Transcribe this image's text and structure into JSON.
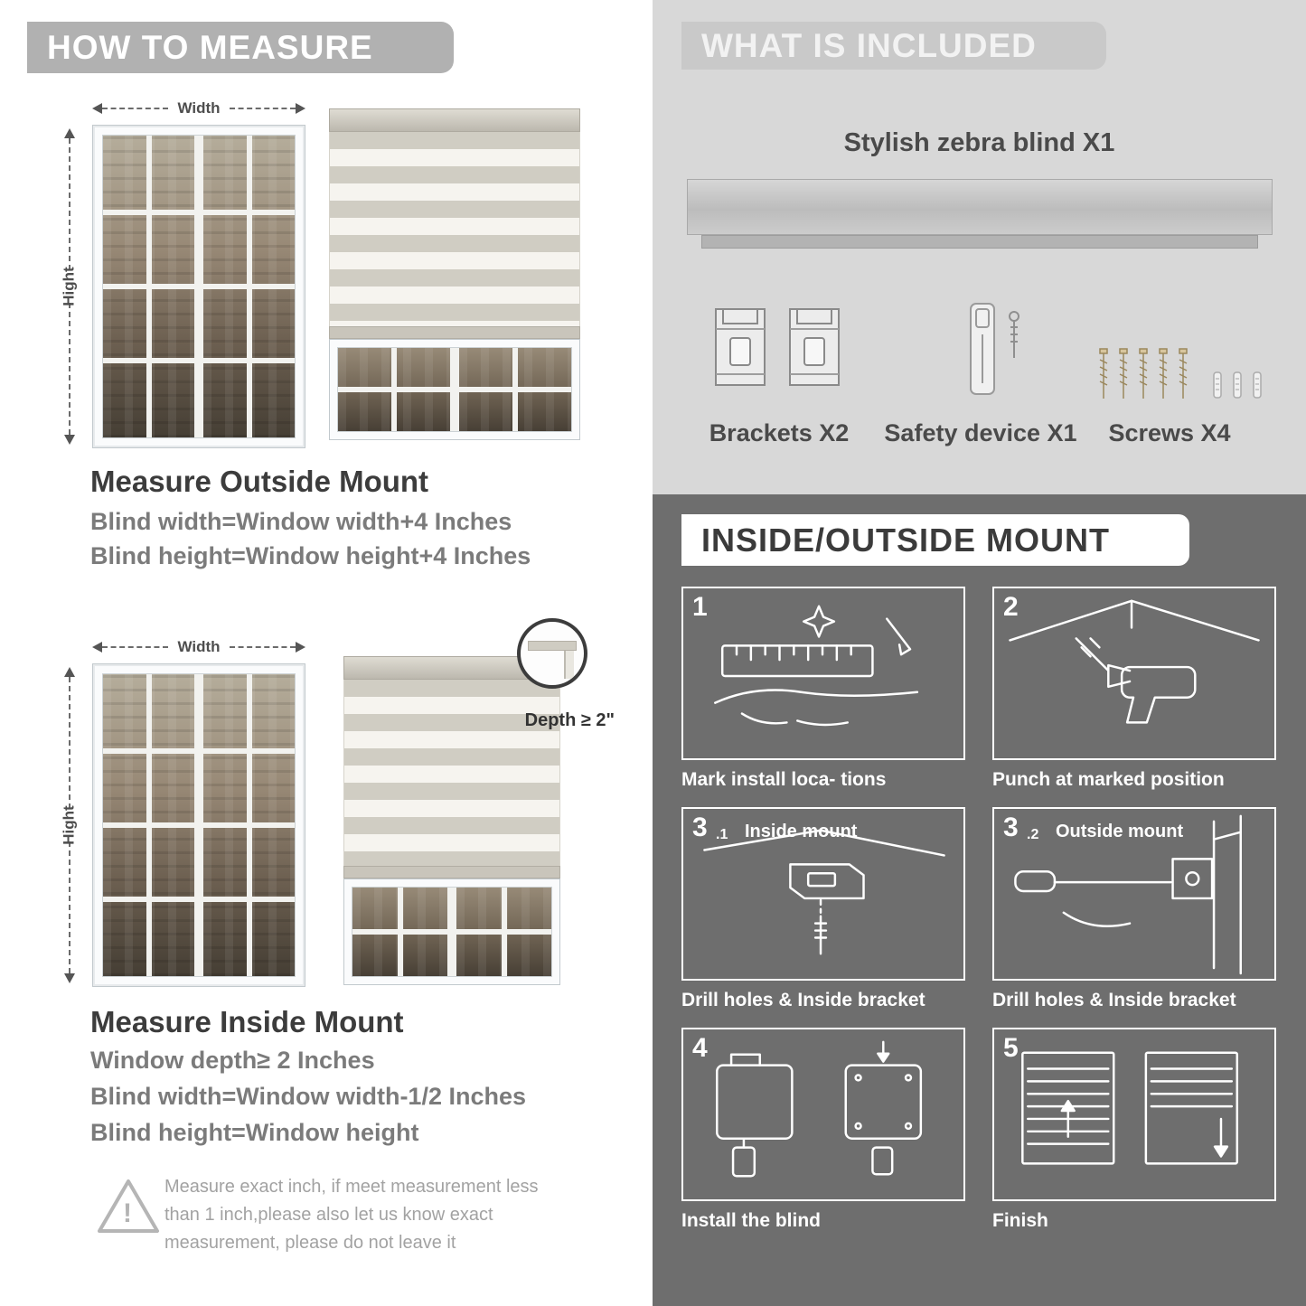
{
  "left": {
    "header": "HOW TO MEASURE",
    "outside": {
      "width_label": "Width",
      "height_label": "Hight",
      "title": "Measure Outside Mount",
      "lines": [
        "Blind width=Window width+4 Inches",
        "Blind height=Window height+4 Inches"
      ]
    },
    "inside": {
      "width_label": "Width",
      "height_label": "Hight",
      "depth_label": "Depth ≥ 2\"",
      "title": "Measure Inside Mount",
      "lines": [
        "Window depth≥ 2 Inches",
        "Blind width=Window width-1/2 Inches",
        "Blind height=Window height"
      ]
    },
    "warning": {
      "icon": "warning-triangle-icon",
      "mark": "!",
      "text": "Measure exact inch, if meet measurement less than 1 inch,please also let us know exact measurement, please do not leave it"
    }
  },
  "included": {
    "header": "WHAT IS INCLUDED",
    "product_title": "Stylish zebra blind X1",
    "items": [
      {
        "icon": "bracket-icon",
        "label": "Brackets X2"
      },
      {
        "icon": "safety-device-icon",
        "label": "Safety device X1"
      },
      {
        "icon": "screws-icon",
        "label": "Screws X4"
      }
    ]
  },
  "mount": {
    "header": "INSIDE/OUTSIDE MOUNT",
    "steps": [
      {
        "num": "1",
        "sub": "",
        "label": "",
        "caption": "Mark install loca- tions",
        "icon": "mark-location-illustration"
      },
      {
        "num": "2",
        "sub": "",
        "label": "",
        "caption": "Punch at  marked position",
        "icon": "drill-illustration"
      },
      {
        "num": "3",
        "sub": ".1",
        "label": "Inside mount",
        "caption": "Drill holes &  Inside bracket",
        "icon": "inside-bracket-illustration"
      },
      {
        "num": "3",
        "sub": ".2",
        "label": "Outside mount",
        "caption": "Drill holes &  Inside bracket",
        "icon": "outside-bracket-illustration"
      },
      {
        "num": "4",
        "sub": "",
        "label": "",
        "caption": "Install the blind",
        "icon": "install-blind-illustration"
      },
      {
        "num": "5",
        "sub": "",
        "label": "",
        "caption": "Finish",
        "icon": "finish-illustration"
      }
    ]
  }
}
